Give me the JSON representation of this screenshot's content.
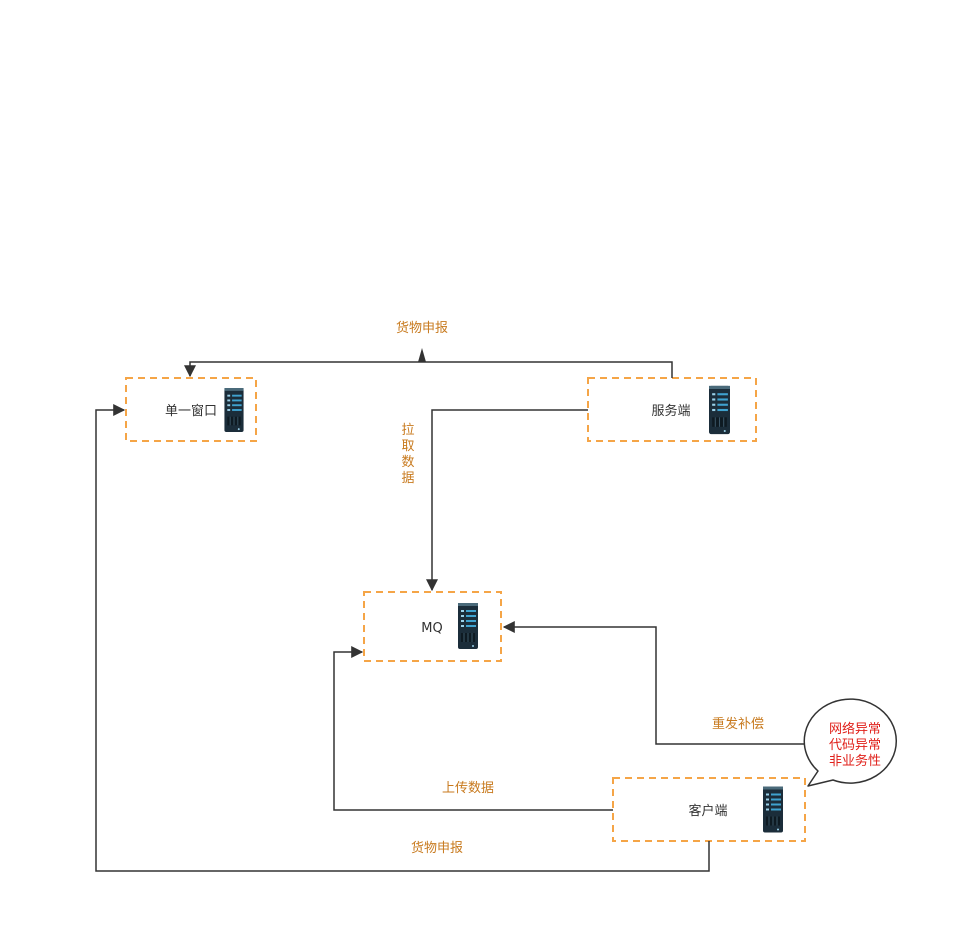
{
  "colors": {
    "box_border": "#f5a547",
    "edge": "#333333",
    "edge_label": "#c87a1e",
    "callout_text": "#e0201a"
  },
  "nodes": {
    "single_window": {
      "label": "单一窗口",
      "icon": "server-icon"
    },
    "server": {
      "label": "服务端",
      "icon": "server-icon"
    },
    "mq": {
      "label": "MQ",
      "icon": "server-icon"
    },
    "client": {
      "label": "客户端",
      "icon": "server-icon"
    }
  },
  "edges": {
    "server_declare": "货物申报",
    "pull_data": [
      "拉",
      "取",
      "数",
      "据"
    ],
    "resend": "重发补偿",
    "upload": "上传数据",
    "client_declare": "货物申报"
  },
  "callout": {
    "lines": [
      "网络异常",
      "代码异常",
      "非业务性"
    ]
  }
}
